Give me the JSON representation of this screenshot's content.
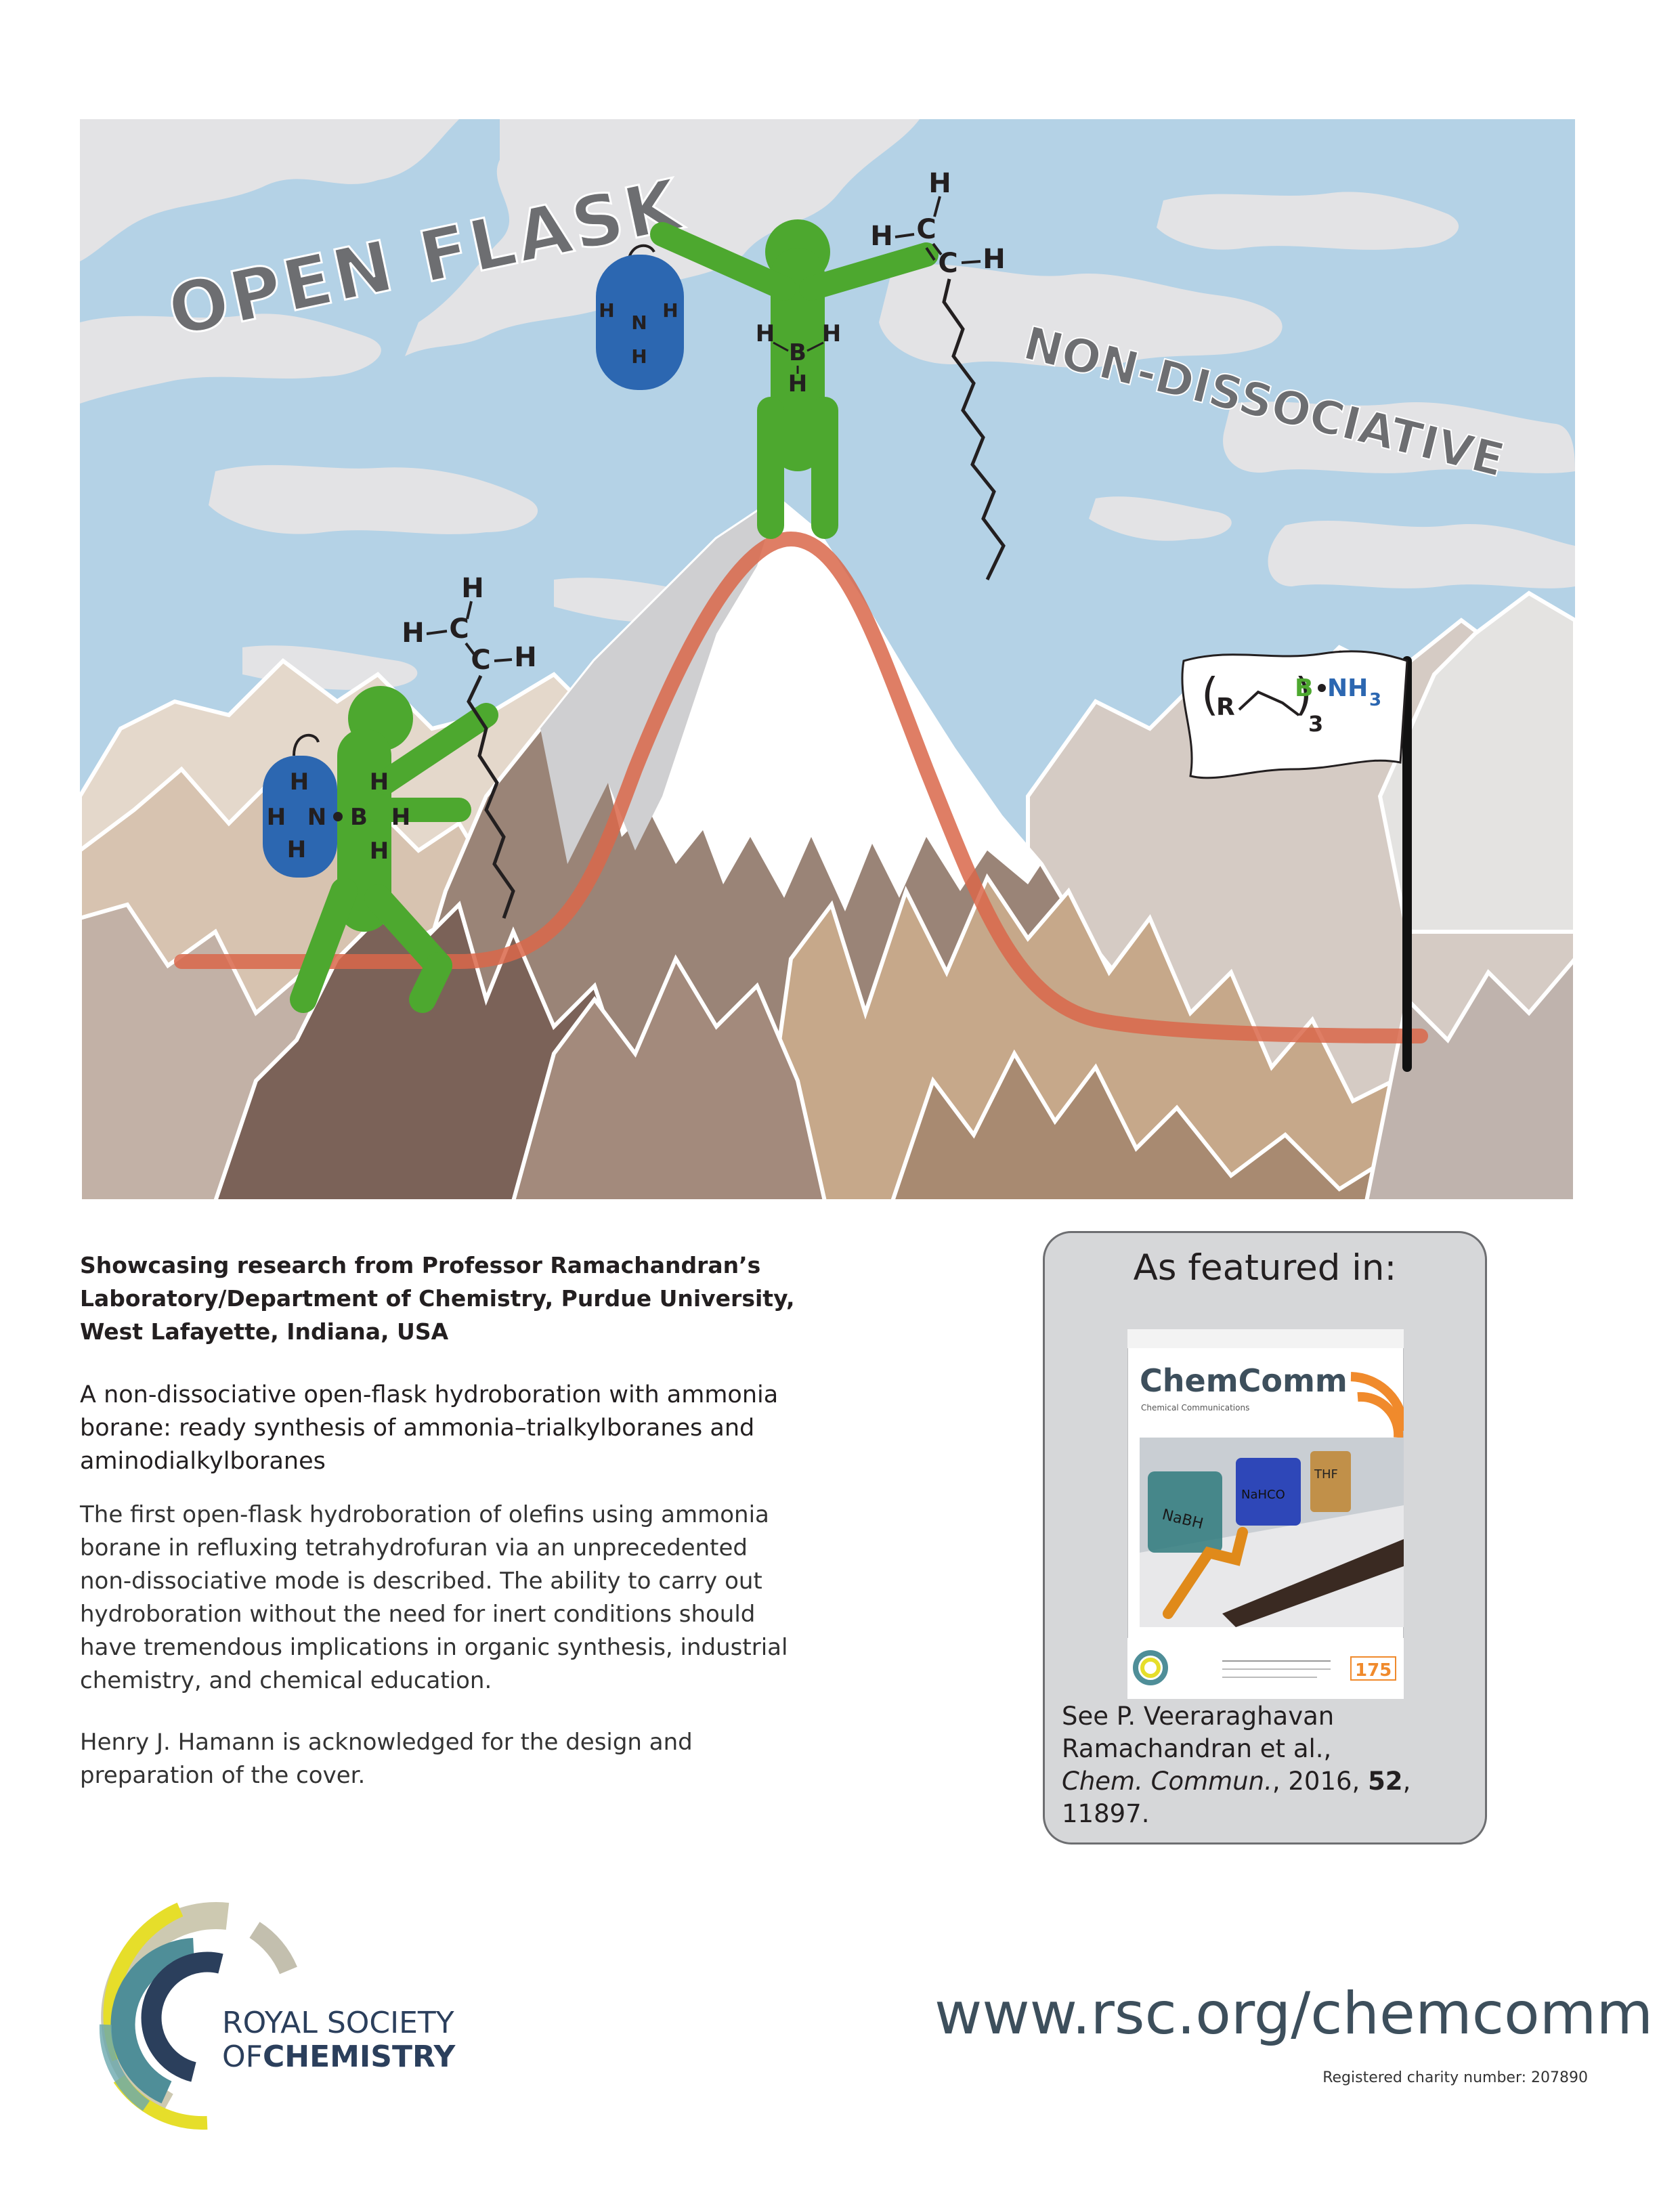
{
  "cover": {
    "open_flask": "OPEN FLASK",
    "non_dissociative": "NON-DISSOCIATIVE",
    "atom_H": "H",
    "atom_N": "N",
    "atom_B": "B",
    "atom_C": "C",
    "flag_R": "R",
    "flag_sub3": "3",
    "flag_B": "B",
    "flag_NH": "NH",
    "flag_NH_sub": "3"
  },
  "showcase": {
    "line1": "Showcasing research from Professor Ramachandran’s",
    "line2": "Laboratory/Department of Chemistry, Purdue University,",
    "line3": "West Lafayette, Indiana, USA"
  },
  "article_title": {
    "line1": "A non-dissociative open-flask hydroboration with ammonia",
    "line2": "borane: ready synthesis of ammonia–trialkylboranes and",
    "line3": "aminodialkylboranes"
  },
  "abstract": {
    "line1": "The first open-flask hydroboration of olefins using ammonia",
    "line2": "borane in refluxing tetrahydrofuran via an unprecedented",
    "line3": "non-dissociative mode is described.  The ability to carry out",
    "line4": "hydroboration without the need for inert conditions should",
    "line5": "have tremendous implications in organic synthesis, industrial",
    "line6": "chemistry, and chemical education."
  },
  "acknowledgement": {
    "line1": "Henry J. Hamann is acknowledged for the design and",
    "line2": "preparation of the cover."
  },
  "featured": {
    "title": "As featured in:",
    "journal": "ChemComm",
    "journal_sub": "Chemical Communications",
    "label_nabh": "NaBH",
    "label_nahco": "NaHCO",
    "label_thf": "THF",
    "badge": "175",
    "see_line1": "See P. Veeraraghavan",
    "see_line2": "Ramachandran et al.,",
    "citation_journal": "Chem. Commun.",
    "citation_year": ", 2016, ",
    "citation_volume": "52",
    "citation_pages": ", 11897."
  },
  "rsc": {
    "line1": "ROYAL SOCIETY",
    "line2_of": "OF",
    "line2_chem": "CHEMISTRY"
  },
  "url": "www.rsc.org/chemcomm",
  "charity": "Registered charity number: 207890",
  "colors": {
    "sky": "#b4d2e6",
    "cloud": "#e3e3e5",
    "green": "#4da82f",
    "blue": "#2c67b1",
    "curve": "#d9674a",
    "text_gray": "#6d6e71",
    "rsc_navy": "#2b3f5c",
    "rsc_teal": "#4f8e98"
  }
}
